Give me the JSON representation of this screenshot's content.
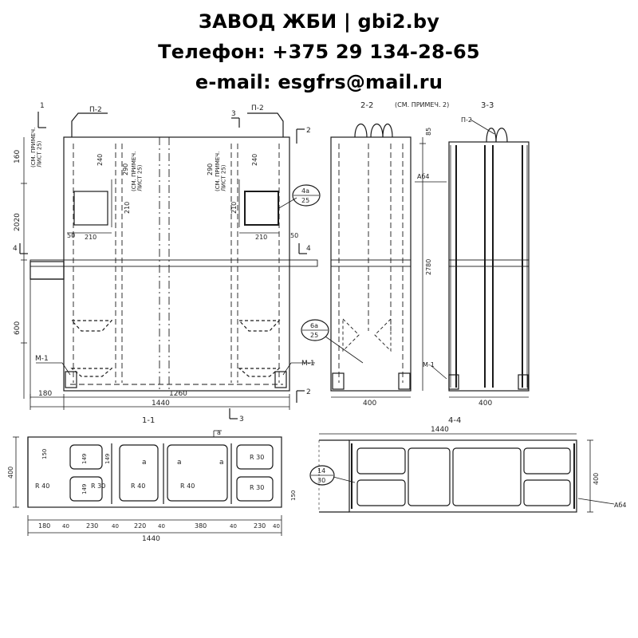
{
  "header": {
    "line1": "ЗАВОД ЖБИ | gbi2.by",
    "line2": "Телефон: +375 29 134-28-65",
    "line3": "e-mail: esgfrs@mail.ru"
  },
  "colors": {
    "ink": "#1a1a1a",
    "paper": "#ffffff",
    "header_text": "#000000"
  },
  "drawing": {
    "front": {
      "section_mark_1": "1",
      "marks": {
        "p2_left": "П-2",
        "p2_right": "П-2",
        "m1_left": "М-1",
        "m1_right": "М-1"
      },
      "cut_3": "3",
      "cut_2_top": "2",
      "cut_2_bottom": "2",
      "cut_4_left": "4",
      "cut_4_right": "4",
      "cut_3_bottom": "3",
      "note_left": "(СМ. ПРИМЕЧ.\nЛИСТ 25)",
      "note_mid": "(СМ. ПРИМЕЧ.\nЛИСТ 25)",
      "note_right": "(СМ. ПРИМЕЧ.\nЛИСТ 25)",
      "dims": {
        "d160": "160",
        "d2020": "2020",
        "d600": "600",
        "d240_l": "240",
        "d290_l": "290",
        "d210_lv": "210",
        "d210_lh": "210",
        "d50_l": "50",
        "d240_r": "240",
        "d290_r": "290",
        "d210_rv": "210",
        "d210_rh": "210",
        "d50_r": "50",
        "d180": "180",
        "d1260": "1260",
        "d1440": "1440"
      },
      "callout_4a": {
        "top": "4а",
        "bottom": "25"
      },
      "callout_6a": {
        "top": "6а",
        "bottom": "25"
      }
    },
    "section22": {
      "title": "2-2",
      "note": "(СМ. ПРИМЕЧ. 2)",
      "dims": {
        "d85": "85",
        "d2780": "2780",
        "d400": "400"
      }
    },
    "section33": {
      "title": "3-3",
      "mark_p2": "П-2",
      "mark_ab4": "Аб4",
      "mark_m1": "М-1",
      "dims": {
        "d400": "400"
      }
    },
    "section11": {
      "title": "1-1",
      "cut_a": "а",
      "labels": {
        "a1": "а",
        "a2": "а",
        "a3": "а"
      },
      "radii": {
        "r40_1": "R 40",
        "r40_2": "R 40",
        "r40_3": "R 40",
        "r30_1": "R 30",
        "r30_2": "R 30",
        "r30_3": "R 30"
      },
      "dims": {
        "d400": "400",
        "d150_top": "150",
        "d150_bot": "150",
        "d149_a": "149",
        "d149_b": "149",
        "d149_c": "149",
        "d180": "180",
        "d40_1": "40",
        "d230_1": "230",
        "d40_2": "40",
        "d220": "220",
        "d40_3": "40",
        "d380": "380",
        "d40_4": "40",
        "d230_2": "230",
        "d40_5": "40",
        "d1440": "1440"
      }
    },
    "section44": {
      "title": "4-4",
      "callout": {
        "top": "14",
        "bottom": "30"
      },
      "mark_ab4": "Аб4",
      "dims": {
        "d1440": "1440",
        "d400": "400"
      }
    }
  }
}
